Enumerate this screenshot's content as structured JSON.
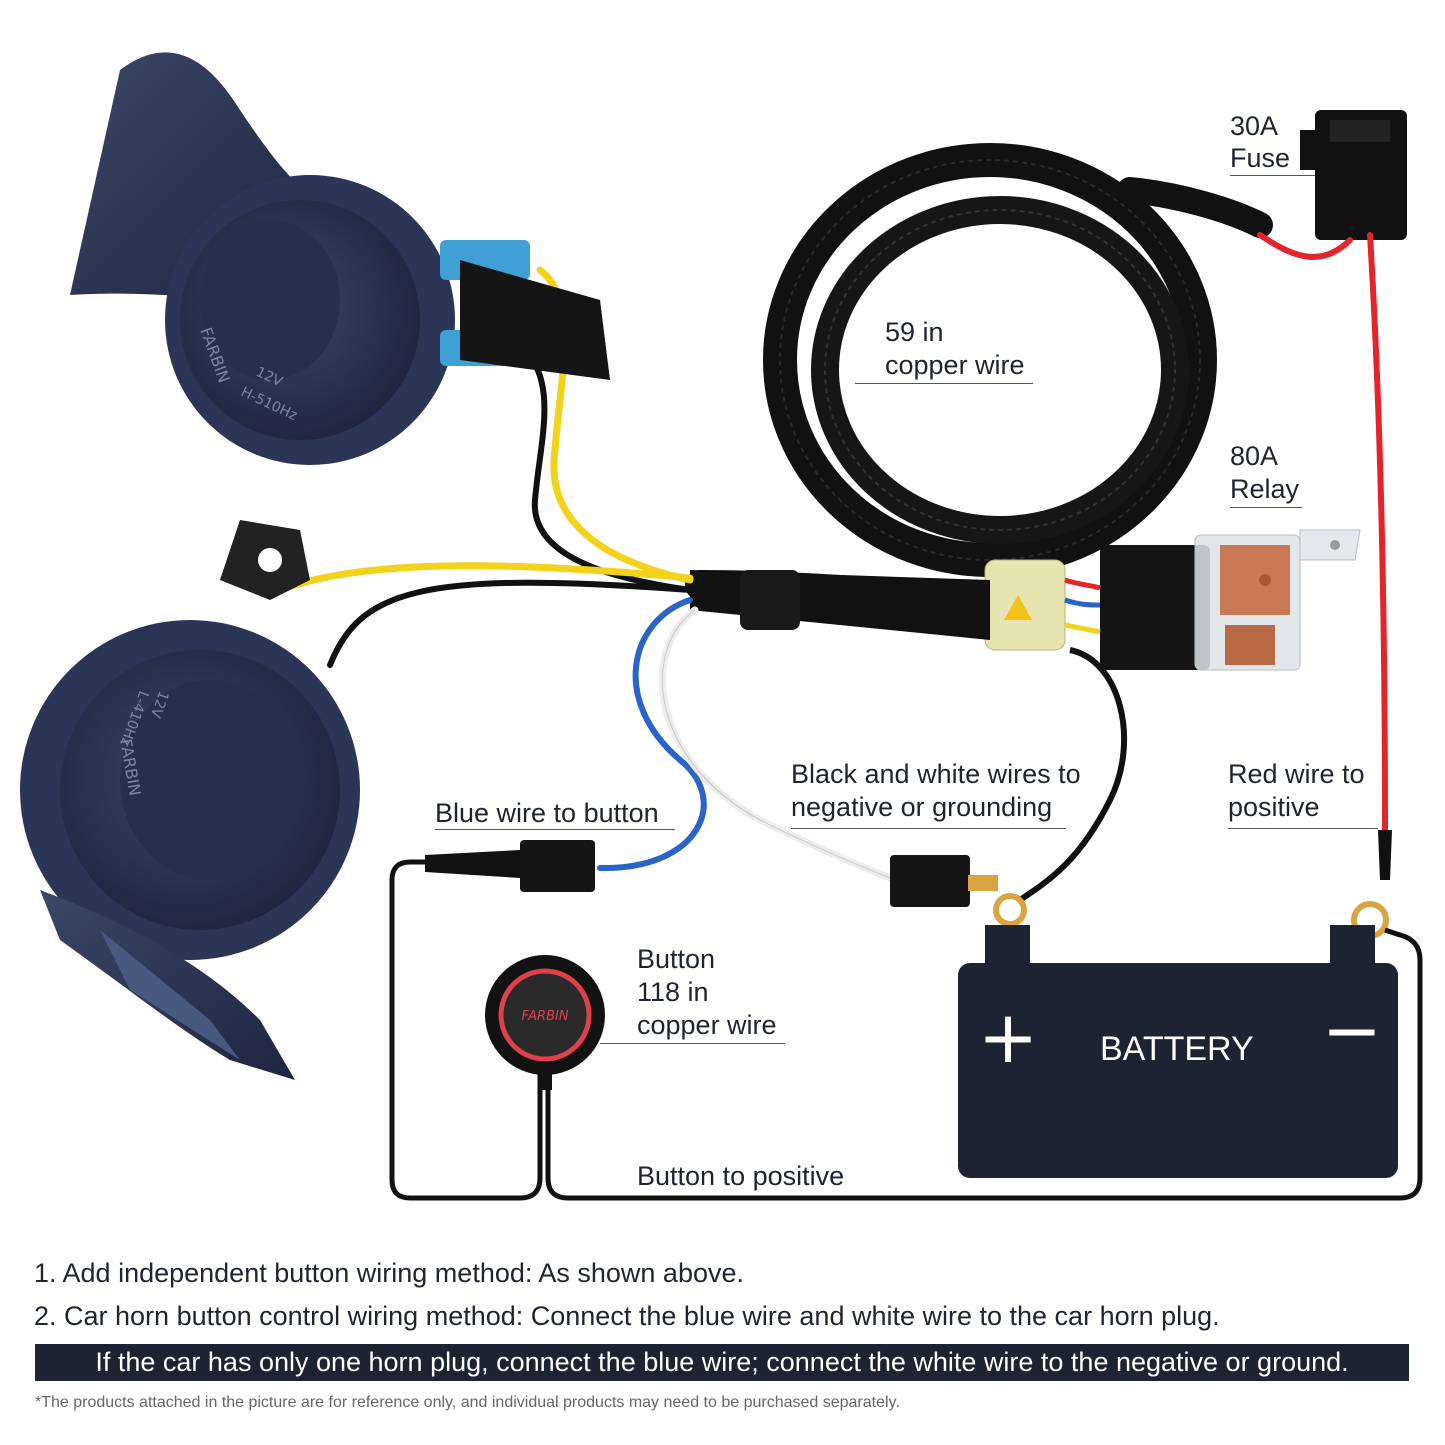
{
  "labels": {
    "fuse_line1": "30A",
    "fuse_line2": "Fuse",
    "wire_line1": "59 in",
    "wire_line2": "copper wire",
    "relay_line1": "80A",
    "relay_line2": "Relay",
    "blue_wire": "Blue wire to button",
    "black_white_line1": "Black and white wires to",
    "black_white_line2": "negative or grounding",
    "red_wire_line1": "Red wire to",
    "red_wire_line2": "positive",
    "button_line1": "Button",
    "button_line2": "118 in",
    "button_line3": "copper wire",
    "button_to_positive": "Button to positive",
    "battery": "BATTERY",
    "plus": "+",
    "minus": "−"
  },
  "button_brand": "FARBIN",
  "horn_text": {
    "top_brand": "FARBIN",
    "top_spec": "12V",
    "top_freq": "H-510Hz",
    "bottom_brand": "FARBIN",
    "bottom_spec": "12V",
    "bottom_freq": "L-410Hz"
  },
  "instructions": {
    "step1": "1. Add independent button wiring method: As shown above.",
    "step2": "2. Car horn button control wiring method: Connect the blue wire and white wire to the car horn plug.",
    "banner": "If the car has only one horn plug, connect the blue wire; connect the white wire to the negative or ground.",
    "disclaimer": "*The products attached in the picture are for reference only, and individual products may need to be purchased separately."
  },
  "colors": {
    "horn_body": "#27314d",
    "battery_body": "#1c2333",
    "red_wire": "#e3242b",
    "yellow_wire": "#f2d21b",
    "blue_wire": "#2a63c9",
    "black_wire": "#111111",
    "button_ring": "#e0404a"
  }
}
